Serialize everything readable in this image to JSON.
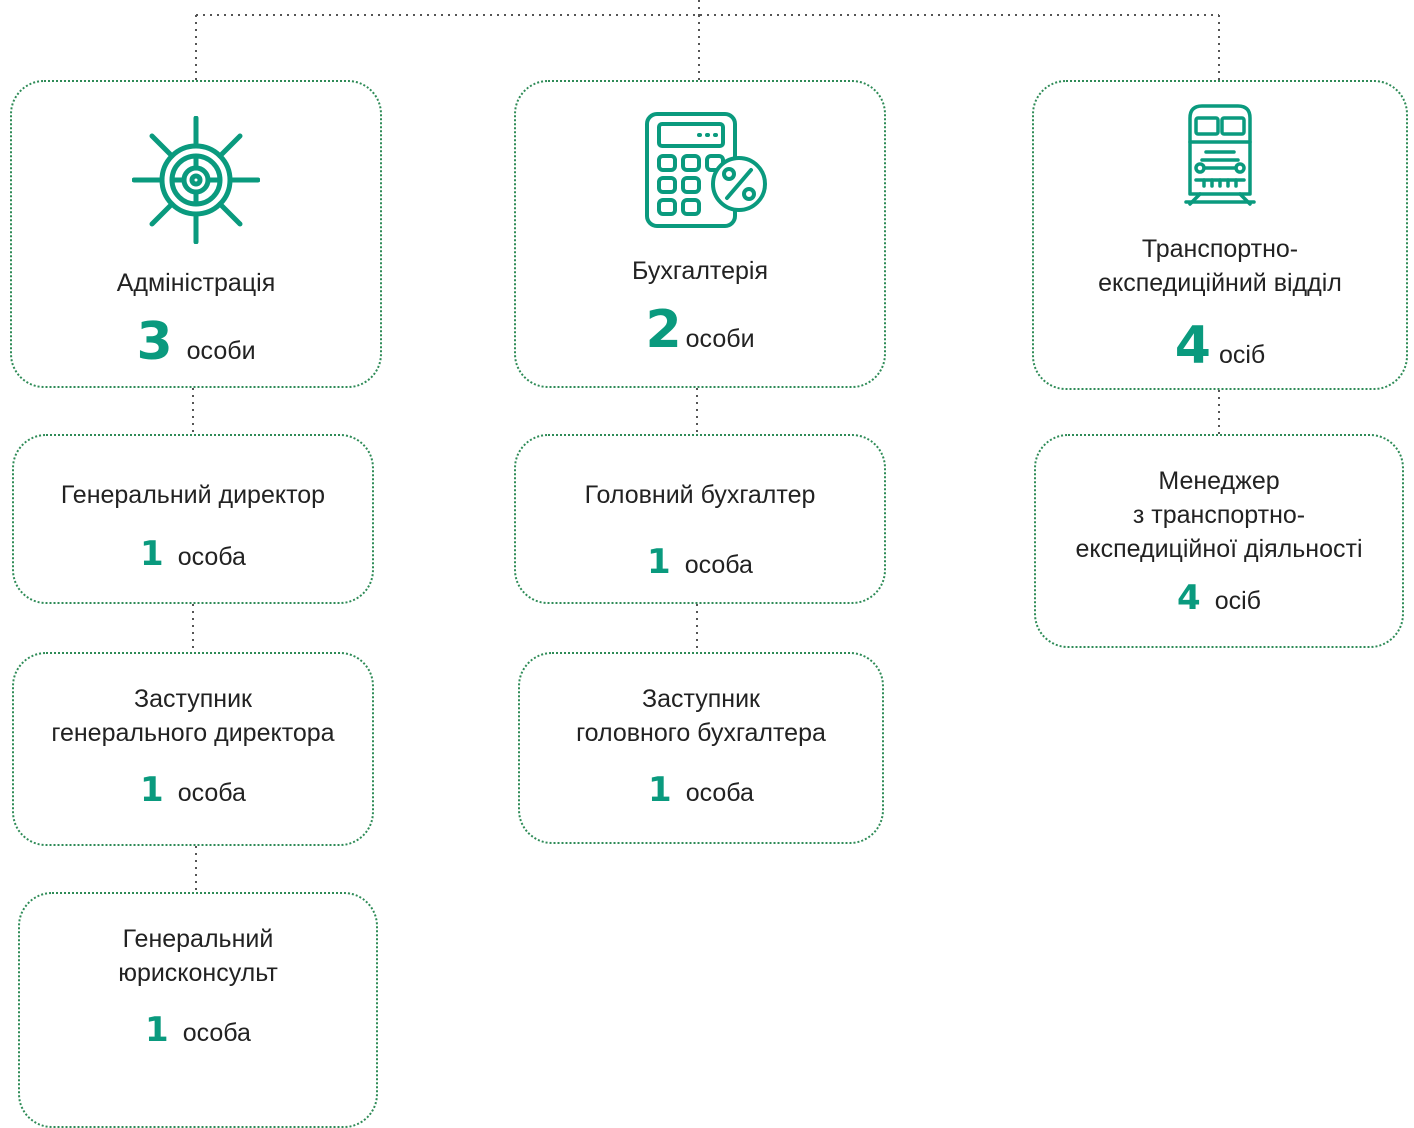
{
  "colors": {
    "accent": "#0a9a7e",
    "border": "#2e8b57",
    "connector": "#555555",
    "text": "#222222"
  },
  "departments": [
    {
      "icon": "ship-wheel-icon",
      "title": "Адміністрація",
      "count": "3",
      "unit": "особи",
      "positions": [
        {
          "title_lines": [
            "Генеральний директор"
          ],
          "count": "1",
          "unit": "особа"
        },
        {
          "title_lines": [
            "Заступник",
            "генерального директора"
          ],
          "count": "1",
          "unit": "особа"
        },
        {
          "title_lines": [
            "Генеральний",
            "юрисконсульт"
          ],
          "count": "1",
          "unit": "особа"
        }
      ]
    },
    {
      "icon": "calculator-percent-icon",
      "title": "Бухгалтерія",
      "count": "2",
      "unit": "особи",
      "positions": [
        {
          "title_lines": [
            "Головний бухгалтер"
          ],
          "count": "1",
          "unit": "особа"
        },
        {
          "title_lines": [
            "Заступник",
            "головного бухгалтера"
          ],
          "count": "1",
          "unit": "особа"
        }
      ]
    },
    {
      "icon": "train-icon",
      "title_lines": [
        "Транспортно-",
        "експедиційний відділ"
      ],
      "count": "4",
      "unit": "осіб",
      "positions": [
        {
          "title_lines": [
            "Менеджер",
            "з транспортно-",
            "експедиційної діяльності"
          ],
          "count": "4",
          "unit": "осіб"
        }
      ]
    }
  ]
}
